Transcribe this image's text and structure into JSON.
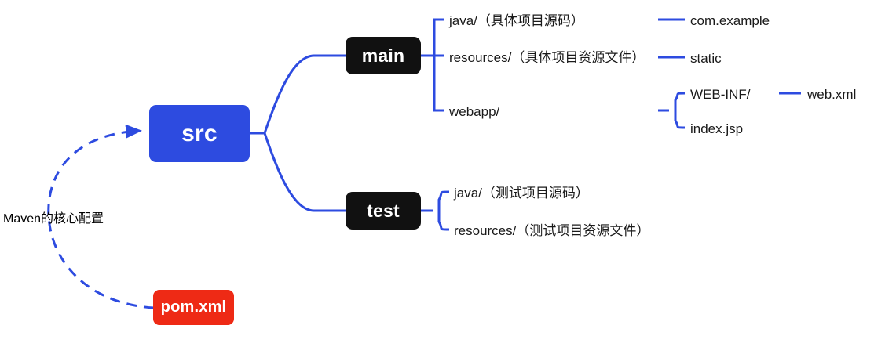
{
  "diagram": {
    "title": "Maven project structure mind map",
    "colors": {
      "link": "#2D4BE0",
      "src_node": "#2D4BE0",
      "folder_node": "#111111",
      "pom_node": "#EE2A15",
      "text": "#1a1a1a",
      "background": "#ffffff"
    },
    "root": {
      "label": "src"
    },
    "pom": {
      "label": "pom.xml"
    },
    "annotation": {
      "label": "Maven的核心配置"
    },
    "branches": [
      {
        "label": "main"
      },
      {
        "label": "test"
      }
    ],
    "main_children": [
      {
        "label": "java/（具体项目源码）"
      },
      {
        "label": "resources/（具体项目资源文件）"
      },
      {
        "label": "webapp/"
      }
    ],
    "java_children": [
      {
        "label": "com.example"
      }
    ],
    "resources_children": [
      {
        "label": "static"
      }
    ],
    "webapp_children": [
      {
        "label": "WEB-INF/"
      },
      {
        "label": "index.jsp"
      }
    ],
    "webinf_children": [
      {
        "label": "web.xml"
      }
    ],
    "test_children": [
      {
        "label": "java/（测试项目源码）"
      },
      {
        "label": "resources/（测试项目资源文件）"
      }
    ]
  }
}
